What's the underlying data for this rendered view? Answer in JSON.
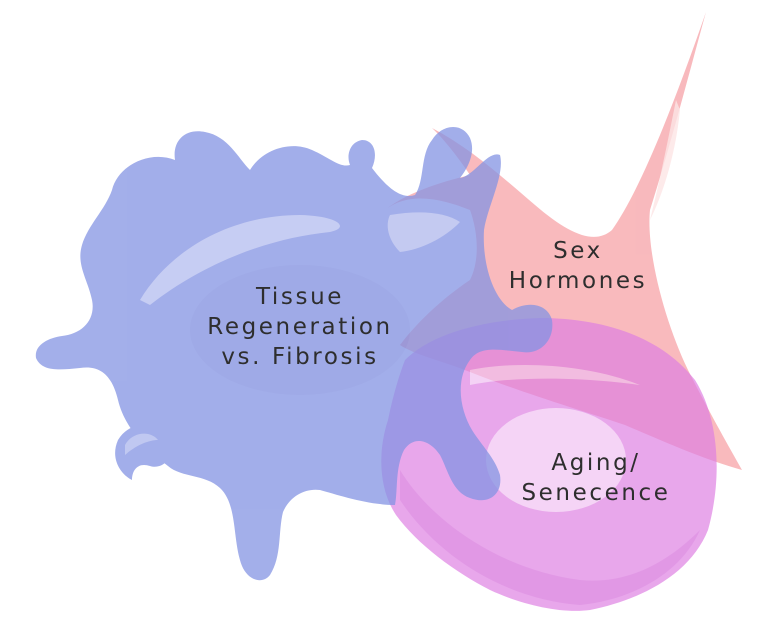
{
  "diagram": {
    "cells": [
      {
        "id": "macrophage",
        "color": "#8e9be6",
        "label_lines": [
          "Tissue",
          "Regeneration",
          "vs. Fibrosis"
        ]
      },
      {
        "id": "fibroblast",
        "color": "#f59a9e",
        "label_lines": [
          "Sex",
          "Hormones"
        ]
      },
      {
        "id": "senescent-cell",
        "color": "#e084e4",
        "label_lines": [
          "Aging/",
          "Senecence"
        ]
      }
    ]
  }
}
